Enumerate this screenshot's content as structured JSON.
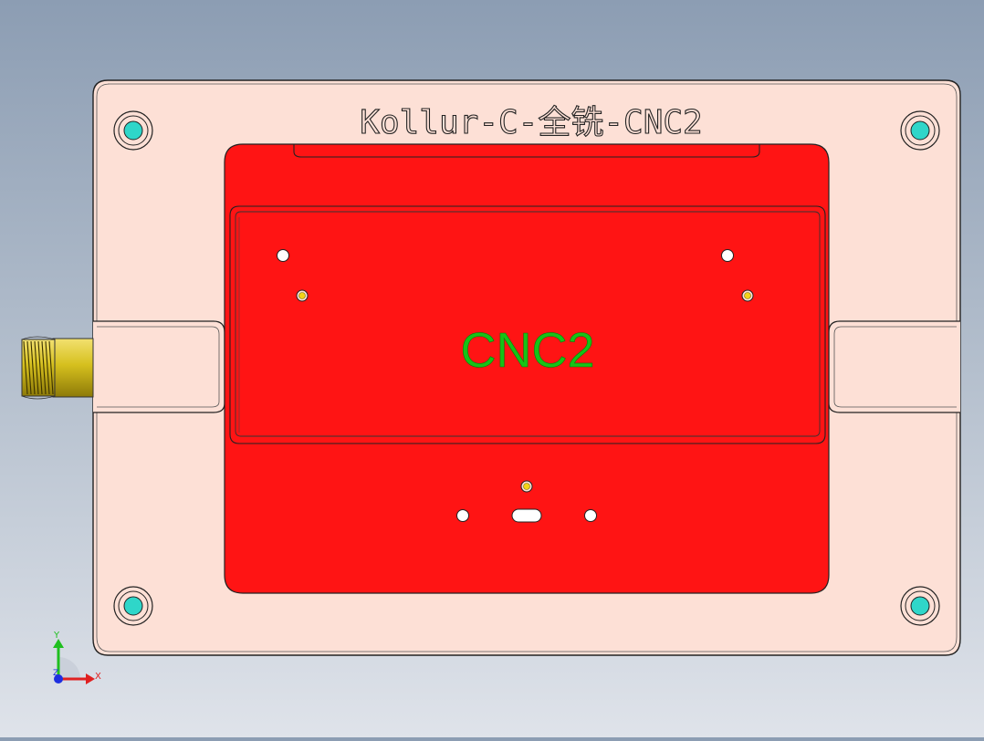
{
  "viewport": {
    "background_top": "#8c9db3",
    "background_bottom": "#dfe3ea"
  },
  "part": {
    "engraved_title": "Kollur-C-全铣-CNC2",
    "pocket_label": "CNC2",
    "plate_color": "#fde0d6",
    "pocket_color": "#ff1414",
    "label_color": "#16c316",
    "bolt_color": "#2fd6c9",
    "fitting_color": "#d6c01e"
  },
  "triad": {
    "x_label": "X",
    "y_label": "Y",
    "z_label": "Z",
    "x_color": "#e02020",
    "y_color": "#1fbf1f",
    "z_color": "#1e2fe0"
  }
}
